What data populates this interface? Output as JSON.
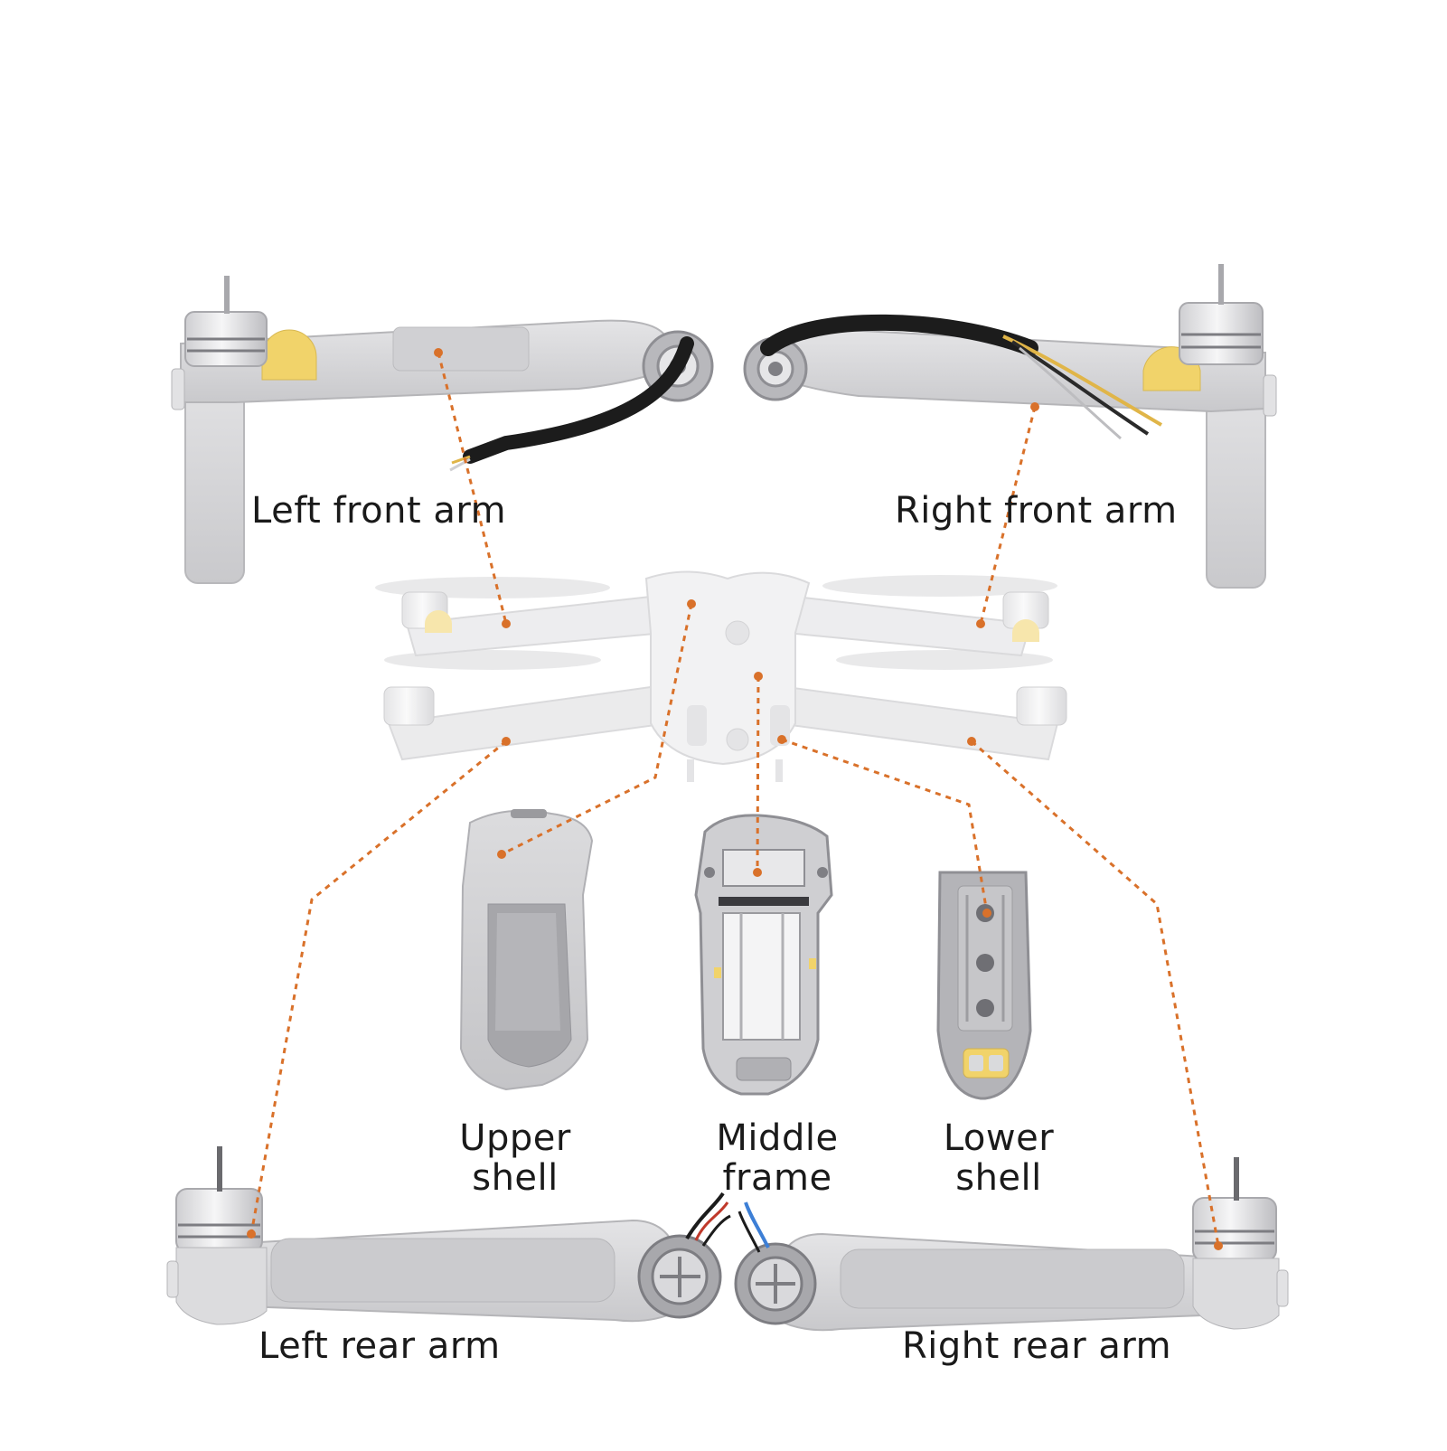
{
  "colors": {
    "background": "#ffffff",
    "part_gray": "#d4d4d6",
    "part_light": "#e6e6e8",
    "part_dark": "#b9b9bc",
    "motor_silver": "#ececee",
    "accent_yellow": "#f1d36a",
    "leader_line": "#d9712a",
    "cable_black": "#1c1c1c",
    "label_text": "#1a1a1a"
  },
  "labels": {
    "left_front_arm": "Left front arm",
    "right_front_arm": "Right front arm",
    "upper_shell_line1": "Upper",
    "upper_shell_line2": "shell",
    "middle_frame_line1": "Middle",
    "middle_frame_line2": "frame",
    "lower_shell_line1": "Lower",
    "lower_shell_line2": "shell",
    "left_rear_arm": "Left rear arm",
    "right_rear_arm": "Right rear arm"
  }
}
